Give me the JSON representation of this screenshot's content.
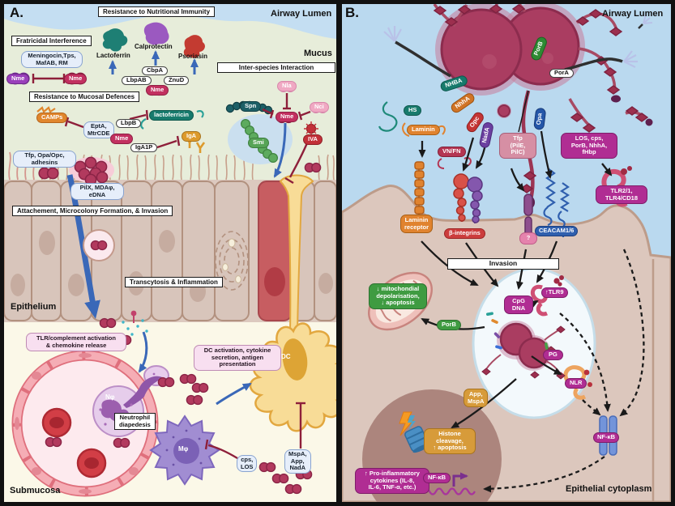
{
  "figure": {
    "panelA": {
      "letter": "A.",
      "regions": {
        "airway_lumen": "Airway Lumen",
        "mucus": "Mucus",
        "epithelium": "Epithelium",
        "submucosa": "Submucosa"
      },
      "section_boxes": {
        "nutritional": "Resistance to Nutritional Immunity",
        "fratricidal": "Fratricidal Interference",
        "mucosal": "Resistance to Mucosal Defences",
        "interspecies": "Inter-species Interaction",
        "attachment": "Attachement, Microcolony Formation, & Invasion",
        "transcytosis": "Transcytosis & Inflammation"
      },
      "annotations": {
        "meningocin": "Meningocin,Tps,\nMafAB, RM",
        "tfp_adhesins": "Tfp, Opa/Opc,\nadhesins",
        "pilx": "PilX, MDAφ,\neDNA",
        "epta": "EptA,\nMtrCDE",
        "cps_los": "cps,\nLOS",
        "mspa_app_nada": "MspA,\nApp,\nNadA",
        "tlr_complement": "TLR/complement activation\n& chemokine release",
        "dc_activation": "DC activation, cytokine\nsecretion, antigen\npresentation",
        "neutrophil_diapedesis": "Neutrophil\ndiapedesis",
        "cbpa": "CbpA",
        "lbpab": "LbpAB",
        "znud": "ZnuD",
        "lbpb": "LbpB",
        "iga1p": "IgA1P"
      },
      "molecules": {
        "lactoferrin": "Lactoferrin",
        "calprotectin": "Calprotectin",
        "psoriasin": "Psoriasin",
        "camps": "CAMPs",
        "lactoferricin": "lactoferricin",
        "iga": "IgA"
      },
      "microbes": {
        "nme": "Nme",
        "nla": "Nla",
        "nci": "Nci",
        "spn": "Spn",
        "smi": "Smi",
        "iva": "IVA"
      },
      "cells": {
        "dc": "DC",
        "neutrophil": "Nφ",
        "macrophage": "Mφ"
      }
    },
    "panelB": {
      "letter": "B.",
      "regions": {
        "airway_lumen": "Airway Lumen",
        "epithelial_cytoplasm": "Epithelial cytoplasm"
      },
      "surface_proteins": {
        "nhba": "NHBA",
        "nhha": "NhhA",
        "opc": "Opc",
        "nada": "NadA",
        "opa": "Opa",
        "porb": "PorB",
        "pora": "PorA",
        "hs": "HS"
      },
      "annotations": {
        "laminin": "Laminin",
        "laminin_receptor": "Laminin\nreceptor",
        "vn_fn": "VN/FN",
        "beta_integrins": "β-integrins",
        "tfp": "Tfp\n(PilE,\nPilC)",
        "los_cps": "LOS, cps,\nPorB, NhhA,\nfHbp",
        "tlr2": "TLR2/1,\nTLR4/CD18",
        "ceacam": "CEACAM1/6",
        "unknown_receptor": "?",
        "invasion": "Invasion",
        "mitochondrial": "↓ mitochondial\ndepolarisation,\n↓ apoptosis",
        "porb": "PorB",
        "cpg_dna": "CpG\nDNA",
        "tlr9": "↑TLR9",
        "pg": "PG",
        "nlr": "NLR",
        "app_mspa": "App,\nMspA",
        "histone": "Histone\ncleavage,\n↑ apoptosis",
        "cytokines": "↑ Pro-inflammatory\ncytokines (IL-8,\nIL-6, TNF-α, etc.)",
        "nfkb": "NF-κB"
      }
    },
    "colors": {
      "accent_magenta": "#b02d93",
      "bacteria": "#aa3d61",
      "lumen_blue": "#bad9ef",
      "mucus_green": "#e7edda",
      "cytoplasm_tan": "#dcc7bd",
      "inhibit_red": "#8e1f3a",
      "arrow_blue": "#3a68b8"
    }
  }
}
